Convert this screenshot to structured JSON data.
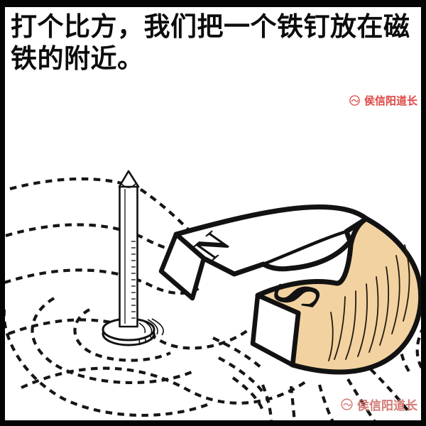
{
  "caption": {
    "text": "打个比方，我们把一个铁钉放在磁铁的附近。"
  },
  "watermark": {
    "top": {
      "text": "侯信阳道长",
      "color": "#de4643"
    },
    "bottom": {
      "text": "侯信阳道长",
      "color": "#cf6e68"
    }
  },
  "illustration": {
    "magnet": {
      "north_label": "N",
      "south_label": "S",
      "wood_color": "#f2d2a0",
      "outline_color": "#121212"
    },
    "field_lines": {
      "style": "dashed",
      "color": "#161616"
    },
    "nail": {
      "name": "iron-nail"
    }
  }
}
